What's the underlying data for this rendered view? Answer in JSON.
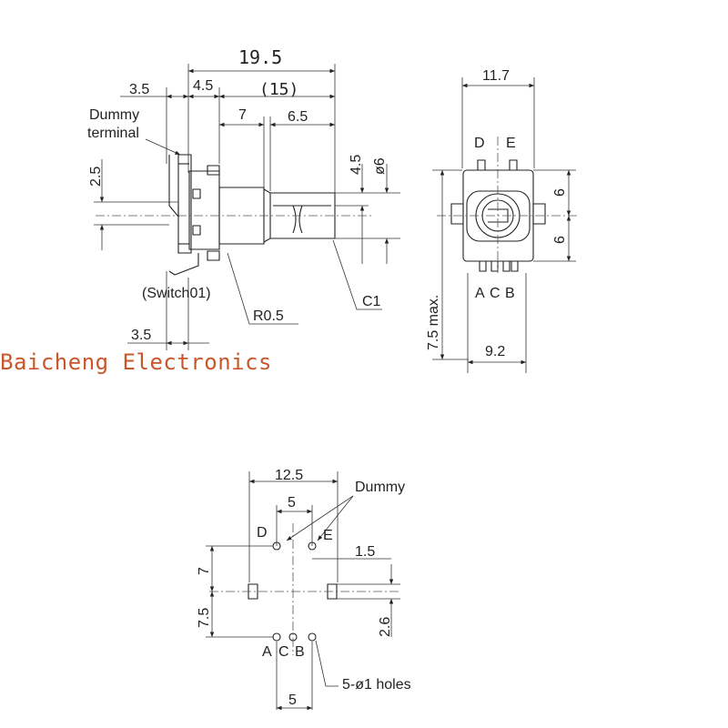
{
  "side_view": {
    "overall_length": "19.5",
    "shaft_length": "(15)",
    "dim_35_top": "3.5",
    "dim_45": "4.5",
    "dim_7": "7",
    "dim_65": "6.5",
    "dummy_label_line1": "Dummy",
    "dummy_label_line2": "terminal",
    "dim_25": "2.5",
    "dim_45_vert": "4.5",
    "dim_phi6": "ø6",
    "switch_label": "(Switch01)",
    "dim_35_bottom": "3.5",
    "radius_label": "R0.5",
    "chamfer_label": "C1"
  },
  "front_view": {
    "width": "11.7",
    "pin_d": "D",
    "pin_e": "E",
    "dim_6_upper": "6",
    "dim_6_lower": "6",
    "pin_a": "A",
    "pin_c": "C",
    "pin_b": "B",
    "height_max": "7.5 max.",
    "body_width": "9.2"
  },
  "brand": "Baicheng Electronics",
  "footprint": {
    "width": "12.5",
    "dummy_label": "Dummy",
    "dim_5_top": "5",
    "pin_d": "D",
    "pin_e": "E",
    "dim_15": "1.5",
    "dim_7": "7",
    "dim_75": "7.5",
    "dim_26": "2.6",
    "pin_a": "A",
    "pin_c": "C",
    "pin_b": "B",
    "holes_label": "5-ø1 holes",
    "dim_5_bottom": "5"
  }
}
